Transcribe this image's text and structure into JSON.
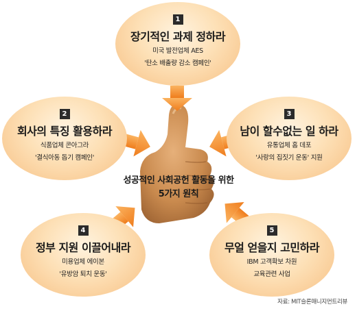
{
  "center": {
    "line1": "성공적인 사회공헌 활동을 위한",
    "line2": "5가지 원칙"
  },
  "principles": [
    {
      "num": "1",
      "title": "장기적인 과제 정하라",
      "sub1": "미국 발전업체 AES",
      "sub2": "'탄소 배출량 감소 캠페인'"
    },
    {
      "num": "2",
      "title": "회사의 특징 활용하라",
      "sub1": "식품업체 콘아그라",
      "sub2": "'결식아동 돕기 캠페인'"
    },
    {
      "num": "3",
      "title": "남이 할수없는 일 하라",
      "sub1": "유통업체 홈 데포",
      "sub2": "'사랑의 집짓기 운동' 지원"
    },
    {
      "num": "4",
      "title": "정부 지원 이끌어내라",
      "sub1": "미용업체 에이본",
      "sub2": "'유방암 퇴치 운동'"
    },
    {
      "num": "5",
      "title": "무얼 얻을지 고민하라",
      "sub1": "IBM 고객확보 차원",
      "sub2": "교육관련 사업"
    }
  ],
  "source": "자료: MIT슬론매니지먼트리뷰",
  "colors": {
    "bubble": "#fde0b6",
    "arrow": "#f08a2c",
    "thumb": "#c8884d"
  }
}
